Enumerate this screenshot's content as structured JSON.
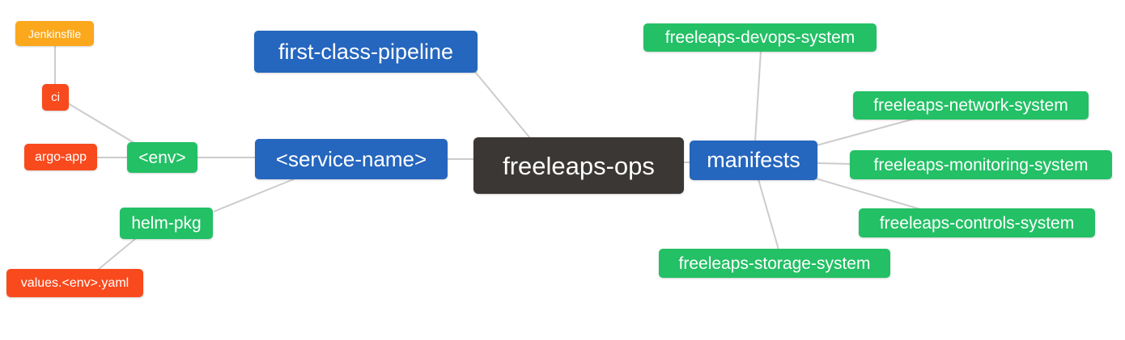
{
  "diagram": {
    "type": "mindmap",
    "root": "freeleaps-ops",
    "background": "#ffffff",
    "edge_color": "#cccccc"
  },
  "palette": {
    "blue": "#2566be",
    "green": "#23c065",
    "orange": "#fba81c",
    "red": "#f94a1d",
    "dark": "#3b3734",
    "node_text": "#ffffff"
  },
  "nodes": [
    {
      "id": "jenkinsfile",
      "label": "Jenkinsfile",
      "color": "orange"
    },
    {
      "id": "ci",
      "label": "ci",
      "color": "red"
    },
    {
      "id": "argo-app",
      "label": "argo-app",
      "color": "red"
    },
    {
      "id": "env",
      "label": "<env>",
      "color": "green"
    },
    {
      "id": "helm-pkg",
      "label": "helm-pkg",
      "color": "green"
    },
    {
      "id": "values-env-yaml",
      "label": "values.<env>.yaml",
      "color": "red"
    },
    {
      "id": "first-class-pipeline",
      "label": "first-class-pipeline",
      "color": "blue"
    },
    {
      "id": "service-name",
      "label": "<service-name>",
      "color": "blue"
    },
    {
      "id": "freeleaps-ops",
      "label": "freeleaps-ops",
      "color": "dark"
    },
    {
      "id": "manifests",
      "label": "manifests",
      "color": "blue"
    },
    {
      "id": "devops-system",
      "label": "freeleaps-devops-system",
      "color": "green"
    },
    {
      "id": "network-system",
      "label": "freeleaps-network-system",
      "color": "green"
    },
    {
      "id": "monitoring-system",
      "label": "freeleaps-monitoring-system",
      "color": "green"
    },
    {
      "id": "controls-system",
      "label": "freeleaps-controls-system",
      "color": "green"
    },
    {
      "id": "storage-system",
      "label": "freeleaps-storage-system",
      "color": "green"
    }
  ],
  "edges": [
    {
      "from": "jenkinsfile",
      "to": "ci"
    },
    {
      "from": "ci",
      "to": "env"
    },
    {
      "from": "argo-app",
      "to": "env"
    },
    {
      "from": "env",
      "to": "service-name"
    },
    {
      "from": "service-name",
      "to": "helm-pkg"
    },
    {
      "from": "helm-pkg",
      "to": "values-env-yaml"
    },
    {
      "from": "first-class-pipeline",
      "to": "freeleaps-ops"
    },
    {
      "from": "service-name",
      "to": "freeleaps-ops"
    },
    {
      "from": "freeleaps-ops",
      "to": "manifests"
    },
    {
      "from": "manifests",
      "to": "devops-system"
    },
    {
      "from": "manifests",
      "to": "network-system"
    },
    {
      "from": "manifests",
      "to": "monitoring-system"
    },
    {
      "from": "manifests",
      "to": "controls-system"
    },
    {
      "from": "manifests",
      "to": "storage-system"
    }
  ]
}
